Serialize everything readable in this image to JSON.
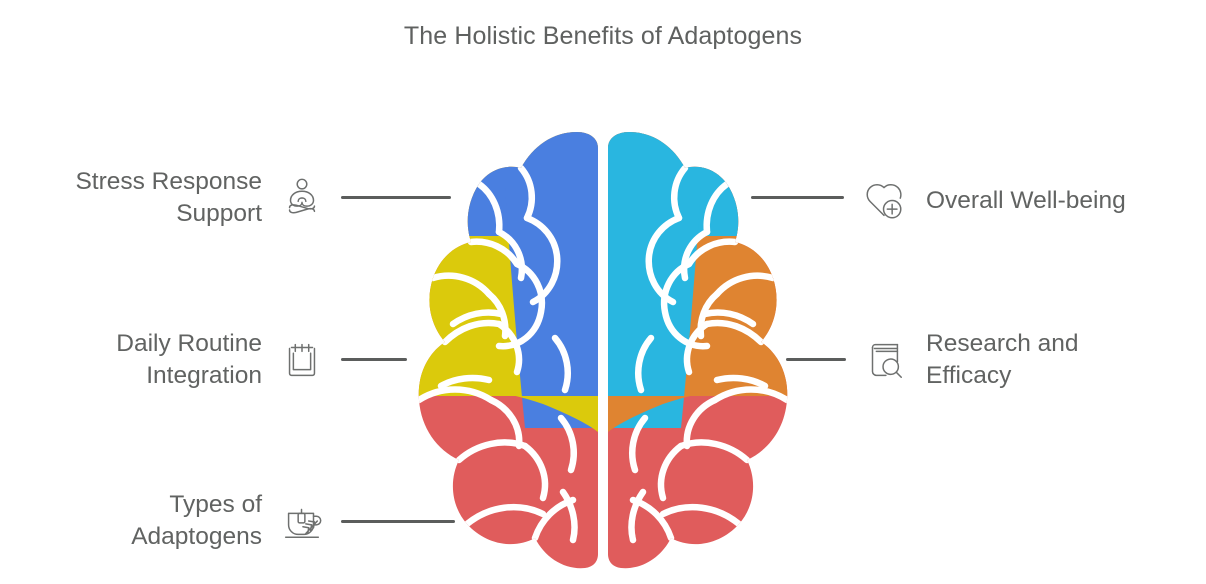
{
  "title": "The Holistic Benefits of Adaptogens",
  "colors": {
    "title_text": "#5f6160",
    "label_text": "#616362",
    "connector": "#5b5d5c",
    "icon_stroke": "#6e706f",
    "brain_blue": "#4a7fe0",
    "brain_cyan": "#29b6e0",
    "brain_yellow": "#dbca0c",
    "brain_orange": "#df8431",
    "brain_red": "#e05c5c",
    "background": "#ffffff"
  },
  "left_items": [
    {
      "label": "Stress Response\nSupport",
      "icon": "meditation-person-icon"
    },
    {
      "label": "Daily Routine\nIntegration",
      "icon": "calendar-icon"
    },
    {
      "label": "Types of\nAdaptogens",
      "icon": "tea-cup-leaf-icon"
    }
  ],
  "right_items": [
    {
      "label": "Overall Well-being",
      "icon": "heart-plus-icon"
    },
    {
      "label": "Research and\nEfficacy",
      "icon": "book-search-icon"
    }
  ],
  "brain": {
    "name": "brain-illustration",
    "segments": [
      {
        "name": "upper-left-lobe",
        "color": "#4a7fe0"
      },
      {
        "name": "upper-right-lobe",
        "color": "#29b6e0"
      },
      {
        "name": "middle-left-lobe",
        "color": "#dbca0c"
      },
      {
        "name": "middle-right-lobe",
        "color": "#df8431"
      },
      {
        "name": "lower-left-lobe",
        "color": "#e05c5c"
      },
      {
        "name": "lower-right-lobe",
        "color": "#e05c5c"
      }
    ]
  }
}
